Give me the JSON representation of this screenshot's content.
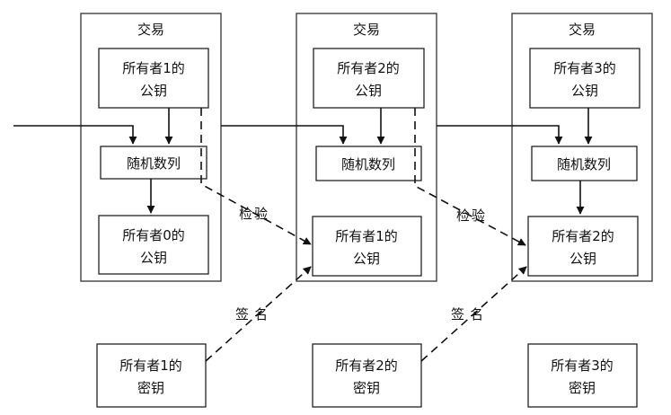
{
  "transactions": [
    {
      "title": "交易",
      "pubkey_box": [
        "所有者1的",
        "公钥"
      ],
      "random_box": "随机数列",
      "bottom_box": [
        "所有者0的",
        "公钥"
      ]
    },
    {
      "title": "交易",
      "pubkey_box": [
        "所有者2的",
        "公钥"
      ],
      "random_box": "随机数列",
      "bottom_box": [
        "所有者1的",
        "公钥"
      ]
    },
    {
      "title": "交易",
      "pubkey_box": [
        "所有者3的",
        "公钥"
      ],
      "random_box": "随机数列",
      "bottom_box": [
        "所有者2的",
        "公钥"
      ]
    }
  ],
  "private_keys": [
    [
      "所有者1的",
      "密钥"
    ],
    [
      "所有者2的",
      "密钥"
    ],
    [
      "所有者3的",
      "密钥"
    ]
  ],
  "edge_labels": {
    "verify": "检验",
    "sign": "签名"
  }
}
